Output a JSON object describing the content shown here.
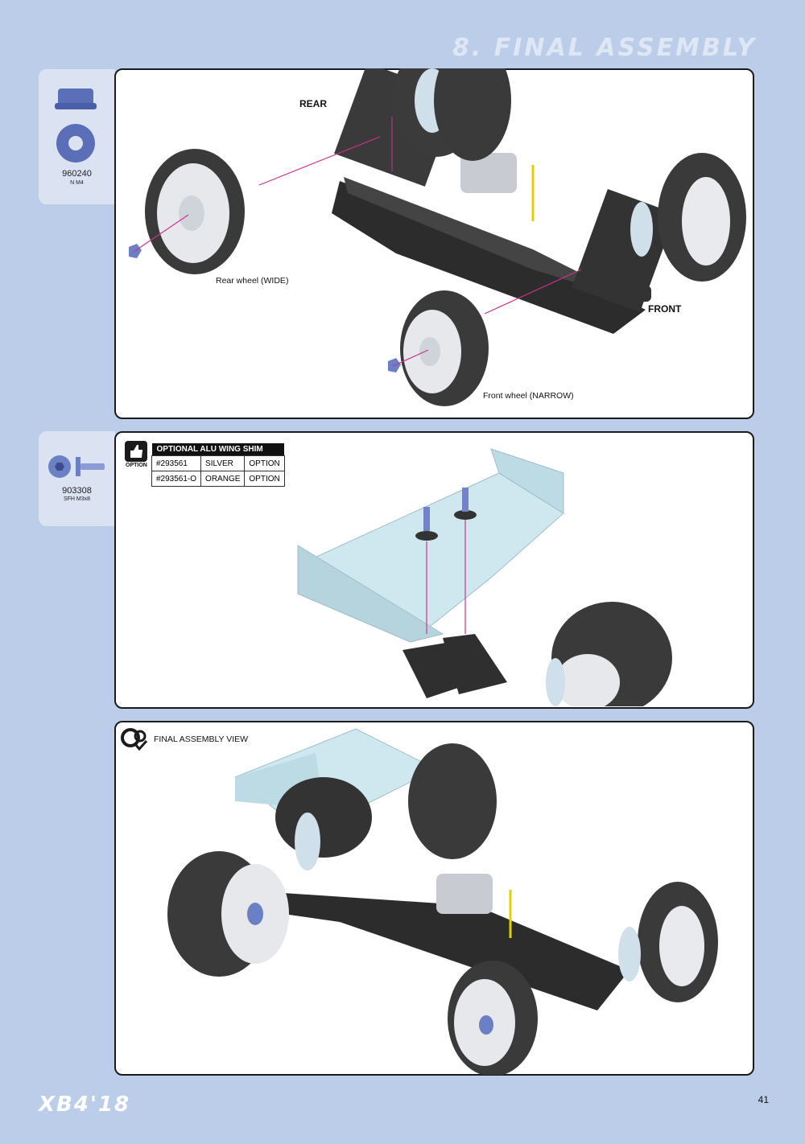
{
  "header": {
    "section_title": "8. FINAL ASSEMBLY"
  },
  "parts": [
    {
      "code": "960240",
      "desc": "N M4"
    },
    {
      "code": "903308",
      "desc": "SFH M3x8"
    }
  ],
  "step1": {
    "marker_rear": "REAR",
    "marker_front": "FRONT",
    "label_rear_wheel": "Rear wheel (WIDE)",
    "label_front_wheel": "Front wheel (NARROW)"
  },
  "step2": {
    "option_label": "OPTION",
    "table_header": "OPTIONAL ALU WING SHIM",
    "rows": [
      {
        "part": "#293561",
        "color": "SILVER",
        "type": "OPTION"
      },
      {
        "part": "#293561-O",
        "color": "ORANGE",
        "type": "OPTION"
      }
    ]
  },
  "step3": {
    "title": "FINAL ASSEMBLY VIEW"
  },
  "footer": {
    "logo": "XB4'18",
    "page_number": "41"
  },
  "colors": {
    "background": "#bccdea",
    "tab": "#dbe3f3",
    "wing": "#cfe8ef",
    "hardware": "#6a7fc4",
    "pink": "#d0328e"
  }
}
